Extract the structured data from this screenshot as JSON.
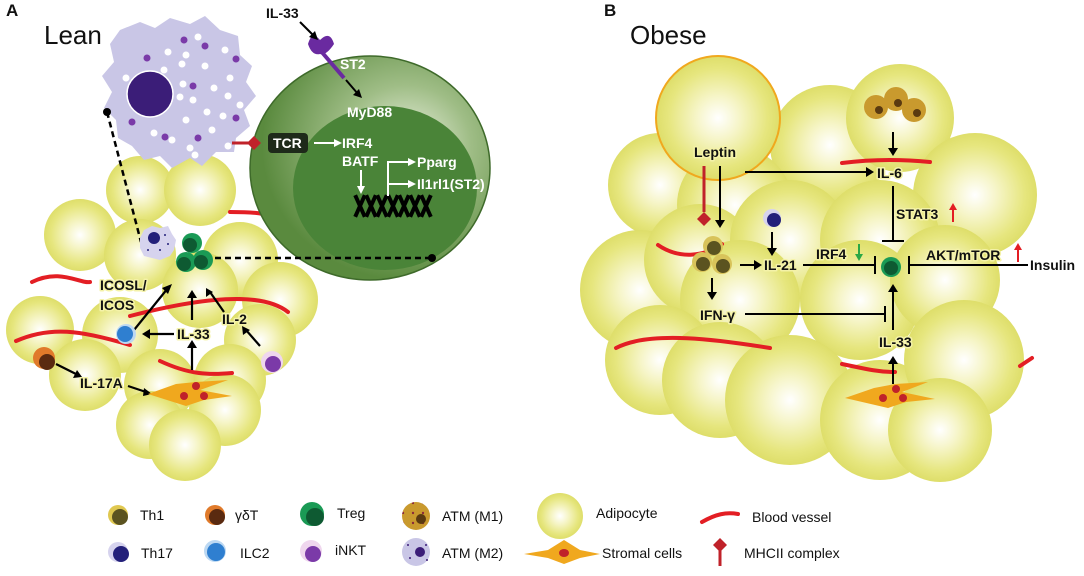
{
  "panels": {
    "a": {
      "letter": "A",
      "title": "Lean",
      "receptor_labels": {
        "ligand": "IL-33",
        "receptor": "ST2",
        "adaptor": "MyD88",
        "tcr": "TCR",
        "tf1": "IRF4",
        "tf2": "BATF",
        "gene1": "Pparg",
        "gene2": "Il1rl1(ST2)"
      },
      "tissue_labels": {
        "icos": "ICOSL/",
        "icos2": "ICOS",
        "il33": "IL-33",
        "il2": "IL-2",
        "il17a": "IL-17A"
      }
    },
    "b": {
      "letter": "B",
      "title": "Obese",
      "labels": {
        "leptin": "Leptin",
        "il6": "IL-6",
        "stat3": "STAT3",
        "il21": "IL-21",
        "irf4": "IRF4",
        "akt": "AKT/mTOR",
        "insulin": "Insulin",
        "ifng": "IFN-γ",
        "il33": "IL-33"
      },
      "regulation": {
        "stat3": "up",
        "irf4": "down",
        "akt": "up"
      }
    }
  },
  "legend": {
    "items": [
      {
        "id": "th1",
        "label": "Th1"
      },
      {
        "id": "gdt",
        "label": "γδT"
      },
      {
        "id": "treg",
        "label": "Treg"
      },
      {
        "id": "atm_m1",
        "label": "ATM (M1)"
      },
      {
        "id": "adipocyte",
        "label": "Adipocyte"
      },
      {
        "id": "blood_vessel",
        "label": "Blood vessel"
      },
      {
        "id": "th17",
        "label": "Th17"
      },
      {
        "id": "ilc2",
        "label": "ILC2"
      },
      {
        "id": "inkt",
        "label": "iNKT"
      },
      {
        "id": "atm_m2",
        "label": "ATM (M2)"
      },
      {
        "id": "stromal",
        "label": "Stromal cells"
      },
      {
        "id": "mhcii",
        "label": "MHCII complex"
      }
    ]
  },
  "colors": {
    "adipocyte": "#e6e67a",
    "blood_vessel": "#e31e24",
    "treg": "#1a9a55",
    "th1": "#5b5320",
    "gdt": "#e07a2a",
    "th17": "#23207a",
    "ilc2": "#2f7fd0",
    "inkt": "#7b3aa8",
    "atm_m1": "#c99a2e",
    "atm_m2": "#c9c6e6",
    "stromal": "#f0a81e",
    "mhcii": "#c0222a",
    "up_arrow": "#e31e24",
    "down_arrow": "#2aa845"
  }
}
